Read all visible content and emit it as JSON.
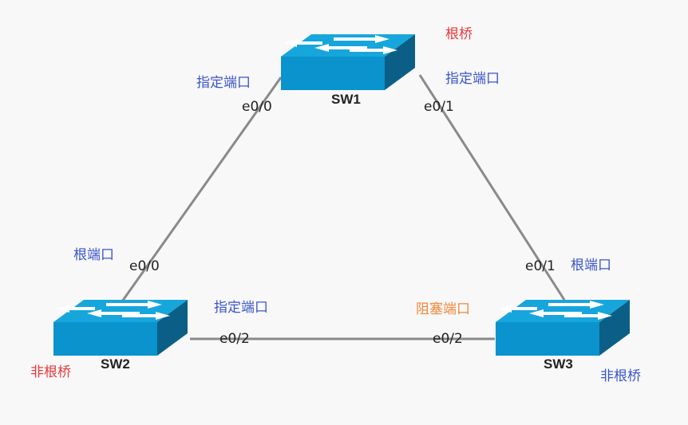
{
  "colors": {
    "link": "#8a8a8a",
    "switch_top": "#16a6dc",
    "switch_front": "#0a93cc",
    "switch_side": "#0b5f86",
    "arrow": "#ffffff",
    "root_label": "#e8393b",
    "role_blue": "#3a56c8",
    "blocking": "#f0883a"
  },
  "icons": {
    "switch": "network-switch-icon"
  },
  "switches": [
    {
      "id": "sw1",
      "name": "SW1",
      "role": "根桥"
    },
    {
      "id": "sw2",
      "name": "SW2",
      "role": "非根桥"
    },
    {
      "id": "sw3",
      "name": "SW3",
      "role": "非根桥"
    }
  ],
  "links": [
    {
      "id": "sw1-sw2",
      "a": {
        "switch": "SW1",
        "port": "e0/0",
        "role": "指定端口"
      },
      "b": {
        "switch": "SW2",
        "port": "e0/0",
        "role": "根端口"
      }
    },
    {
      "id": "sw1-sw3",
      "a": {
        "switch": "SW1",
        "port": "e0/1",
        "role": "指定端口"
      },
      "b": {
        "switch": "SW3",
        "port": "e0/1",
        "role": "根端口"
      }
    },
    {
      "id": "sw2-sw3",
      "a": {
        "switch": "SW2",
        "port": "e0/2",
        "role": "指定端口"
      },
      "b": {
        "switch": "SW3",
        "port": "e0/2",
        "role": "阻塞端口"
      }
    }
  ]
}
